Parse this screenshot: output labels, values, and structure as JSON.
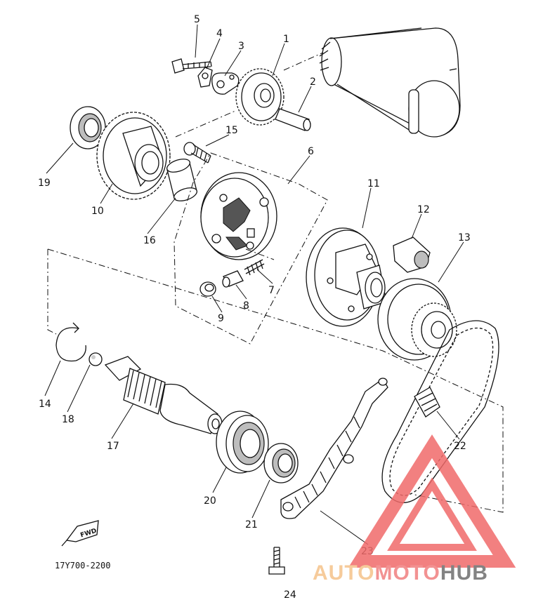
{
  "diagram": {
    "part_code": "17Y700-2200",
    "fwd_label": "FWD",
    "callouts": [
      {
        "id": "1",
        "label": "1"
      },
      {
        "id": "2",
        "label": "2"
      },
      {
        "id": "3",
        "label": "3"
      },
      {
        "id": "4",
        "label": "4"
      },
      {
        "id": "5",
        "label": "5"
      },
      {
        "id": "6",
        "label": "6"
      },
      {
        "id": "7",
        "label": "7"
      },
      {
        "id": "8",
        "label": "8"
      },
      {
        "id": "9",
        "label": "9"
      },
      {
        "id": "10",
        "label": "10"
      },
      {
        "id": "11",
        "label": "11"
      },
      {
        "id": "12",
        "label": "12"
      },
      {
        "id": "13",
        "label": "13"
      },
      {
        "id": "14",
        "label": "14"
      },
      {
        "id": "15",
        "label": "15"
      },
      {
        "id": "16",
        "label": "16"
      },
      {
        "id": "17",
        "label": "17"
      },
      {
        "id": "18",
        "label": "18"
      },
      {
        "id": "19",
        "label": "19"
      },
      {
        "id": "20",
        "label": "20"
      },
      {
        "id": "21",
        "label": "21"
      },
      {
        "id": "22",
        "label": "22"
      },
      {
        "id": "23",
        "label": "23"
      },
      {
        "id": "24",
        "label": "24"
      }
    ]
  },
  "watermark": {
    "part1": "AUTO",
    "part2": "MOTO",
    "part3": "HUB",
    "color_light": "#f5c28a",
    "color_mid": "#f08080",
    "color_dark": "#6e6e6e",
    "triangle_color": "#f06a6a"
  }
}
